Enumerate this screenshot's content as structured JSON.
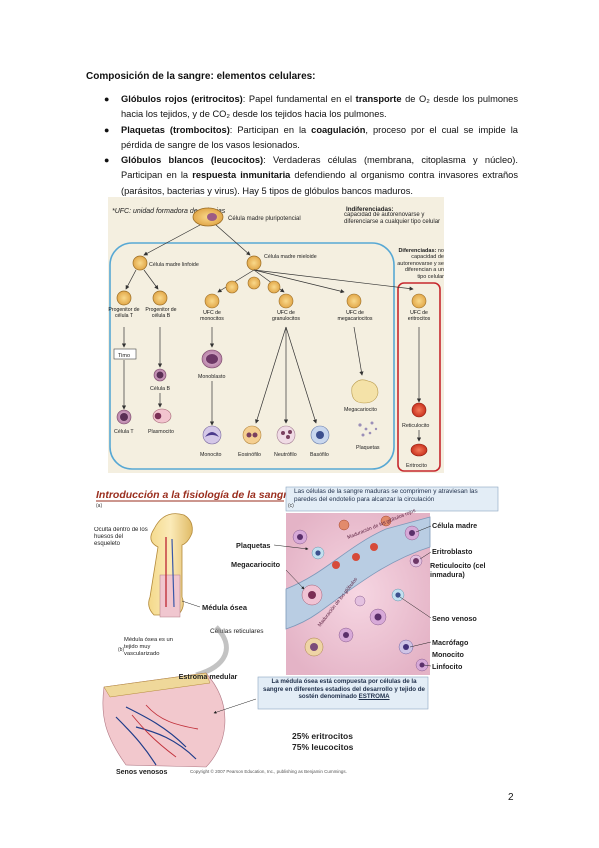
{
  "heading": "Composición de la sangre: elementos celulares:",
  "bullets": [
    {
      "term": "Glóbulos rojos (eritrocitos)",
      "rest_a": ": Papel fundamental en el ",
      "bold2": "transporte",
      "rest_b": " de O₂ desde los pulmones hacia los tejidos, y de CO₂ desde los tejidos hacia los pulmones."
    },
    {
      "term": "Plaquetas (trombocitos)",
      "rest_a": ": Participan en la ",
      "bold2": "coagulación",
      "rest_b": ", proceso por el cual se impide la pérdida de sangre de los vasos lesionados."
    },
    {
      "term": "Glóbulos blancos (leucocitos)",
      "rest_a": ": Verdaderas células (membrana, citoplasma y núcleo). Participan en la ",
      "bold2": "respuesta inmunitaria",
      "rest_b": " defendiendo al organismo contra invasores extraños (parásitos, bacterias y virus). Hay 5 tipos de glóbulos bancos maduros."
    }
  ],
  "fig1": {
    "ufc_note": "*UFC: unidad formadora de colonias",
    "pluripotent": "Célula madre pluripotencial",
    "undiff_bold": "Indiferenciadas:",
    "undiff_text": " capacidad de autorenovarse y diferenciarse a cualquier tipo celular",
    "myeloid": "Célula madre mieloide",
    "lymphoid": "Célula madre linfoide",
    "prog_t": "Progenitor de célula T",
    "prog_b": "Progenitor de célula B",
    "ufc_mono": "UFC de monocitos",
    "ufc_gran": "UFC de granulocitos",
    "ufc_mega": "UFC de megacariocitos",
    "ufc_eri": "UFC de eritrocitos",
    "diff_bold": "Diferenciadas:",
    "diff_text": " no capacidad de autorenovarse y se diferencian a un tipo celular",
    "timo": "Timo",
    "celula_b": "Célula B",
    "monoblasto": "Monoblasto",
    "celula_t": "Célula T",
    "plasmocito": "Plasmocito",
    "monocito": "Monocito",
    "eosinofilo": "Eosinófilo",
    "neutrofilo": "Neutrófilo",
    "basofilo": "Basófilo",
    "megacariocito": "Megacariocito",
    "plaquetas": "Plaquetas",
    "reticulocito": "Reticulocito",
    "eritrocito": "Eritrocito"
  },
  "fig2": {
    "title": "Introducción a la fisiología de la sangre",
    "panel_a": "(a)",
    "panel_c": "(c)",
    "panel_b": "(b)",
    "box_top": "Las células de la sangre maduras se comprimen y atraviesan las paredes del endotelio para alcanzar la circulación",
    "oculta": "Oculta dentro de los huesos del esqueleto",
    "plaquetas": "Plaquetas",
    "megacariocito": "Megacariocito",
    "medula": "Médula ósea",
    "reticulares": "Células reticulares",
    "celula_madre": "Célula madre",
    "eritroblasto": "Eritroblasto",
    "reticulocito": "Reticulocito (cel inmadura)",
    "seno": "Seno venoso",
    "macrofago": "Macrófago",
    "monocito": "Monocito",
    "linfocito": "Linfocito",
    "tejido": "Médula ósea es un tejido muy vascularizado",
    "estroma": "Estroma medular",
    "box_bottom_a": "La médula ósea está compuesta por células de la sangre en diferentes estadios del desarrollo y tejido de sostén denominado",
    "box_bottom_b": "ESTROMA",
    "pct1": "25% eritrocitos",
    "pct2": "75% leucocitos",
    "senos": "Senos venosos",
    "copyright": "Copyright © 2007 Pearson Education, Inc., publishing as Benjamin Cummings.",
    "vert1": "Maduración de los glóbulos rojos",
    "vert2": "Maduración de los glóbulos"
  },
  "page_number": "2"
}
